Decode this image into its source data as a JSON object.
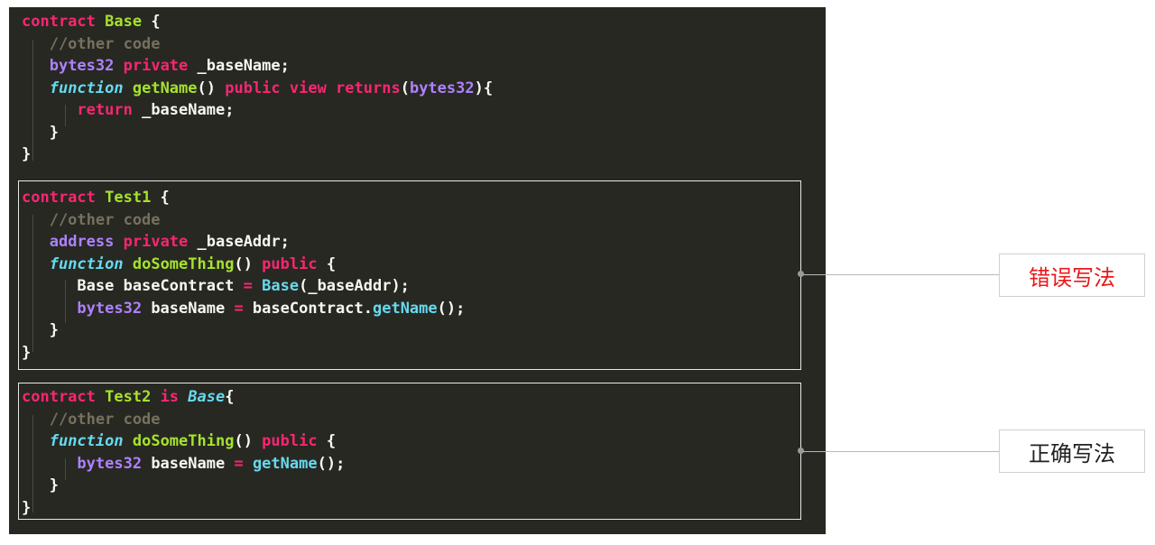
{
  "code_blocks": [
    {
      "name": "base",
      "lines": [
        [
          [
            "kw",
            "contract "
          ],
          [
            "cls",
            "Base"
          ],
          [
            "p",
            " {"
          ]
        ],
        [
          [
            "cmt",
            "   //other code"
          ]
        ],
        [
          [
            "p",
            "   "
          ],
          [
            "type",
            "bytes32"
          ],
          [
            "p",
            " "
          ],
          [
            "kw",
            "private"
          ],
          [
            "p",
            " _baseName;"
          ]
        ],
        [
          [
            "p",
            "   "
          ],
          [
            "fn-kw",
            "function"
          ],
          [
            "p",
            " "
          ],
          [
            "fn-name",
            "getName"
          ],
          [
            "p",
            "() "
          ],
          [
            "kw",
            "public view returns"
          ],
          [
            "p",
            "("
          ],
          [
            "type",
            "bytes32"
          ],
          [
            "p",
            "){"
          ]
        ],
        [
          [
            "p",
            "      "
          ],
          [
            "kw",
            "return"
          ],
          [
            "p",
            " _baseName;"
          ]
        ],
        [
          [
            "p",
            "   }"
          ]
        ],
        [
          [
            "p",
            "}"
          ]
        ]
      ]
    },
    {
      "name": "test1",
      "lines": [
        [
          [
            "kw",
            "contract "
          ],
          [
            "cls",
            "Test1"
          ],
          [
            "p",
            " {"
          ]
        ],
        [
          [
            "cmt",
            "   //other code"
          ]
        ],
        [
          [
            "p",
            "   "
          ],
          [
            "type",
            "address"
          ],
          [
            "p",
            " "
          ],
          [
            "kw",
            "private"
          ],
          [
            "p",
            " _baseAddr;"
          ]
        ],
        [
          [
            "p",
            "   "
          ],
          [
            "fn-kw",
            "function"
          ],
          [
            "p",
            " "
          ],
          [
            "fn-name",
            "doSomeThing"
          ],
          [
            "p",
            "() "
          ],
          [
            "kw",
            "public"
          ],
          [
            "p",
            " {"
          ]
        ],
        [
          [
            "p",
            "      Base baseContract "
          ],
          [
            "kw",
            "="
          ],
          [
            "p",
            " "
          ],
          [
            "call",
            "Base"
          ],
          [
            "p",
            "(_baseAddr);"
          ]
        ],
        [
          [
            "p",
            "      "
          ],
          [
            "type",
            "bytes32"
          ],
          [
            "p",
            " baseName "
          ],
          [
            "kw",
            "="
          ],
          [
            "p",
            " baseContract."
          ],
          [
            "call",
            "getName"
          ],
          [
            "p",
            "();"
          ]
        ],
        [
          [
            "p",
            "   }"
          ]
        ],
        [
          [
            "p",
            "}"
          ]
        ]
      ]
    },
    {
      "name": "test2",
      "lines": [
        [
          [
            "kw",
            "contract "
          ],
          [
            "cls",
            "Test2"
          ],
          [
            "p",
            " "
          ],
          [
            "kw",
            "is"
          ],
          [
            "p",
            " "
          ],
          [
            "ital-cls",
            "Base"
          ],
          [
            "p",
            "{"
          ]
        ],
        [
          [
            "cmt",
            "   //other code"
          ]
        ],
        [
          [
            "p",
            "   "
          ],
          [
            "fn-kw",
            "function"
          ],
          [
            "p",
            " "
          ],
          [
            "fn-name",
            "doSomeThing"
          ],
          [
            "p",
            "() "
          ],
          [
            "kw",
            "public"
          ],
          [
            "p",
            " {"
          ]
        ],
        [
          [
            "p",
            "      "
          ],
          [
            "type",
            "bytes32"
          ],
          [
            "p",
            " baseName "
          ],
          [
            "kw",
            "="
          ],
          [
            "p",
            " "
          ],
          [
            "call",
            "getName"
          ],
          [
            "p",
            "();"
          ]
        ],
        [
          [
            "p",
            "   }"
          ]
        ],
        [
          [
            "p",
            "}"
          ]
        ]
      ]
    }
  ],
  "annotations": {
    "wrong_label": "错误写法",
    "right_label": "正确写法"
  },
  "colors": {
    "background": "#272822",
    "keyword": "#f92672",
    "class_name": "#a6e22e",
    "type": "#ae81ff",
    "function_keyword": "#66d9ef",
    "comment": "#75715e",
    "wrong_label": "#e8191c"
  }
}
